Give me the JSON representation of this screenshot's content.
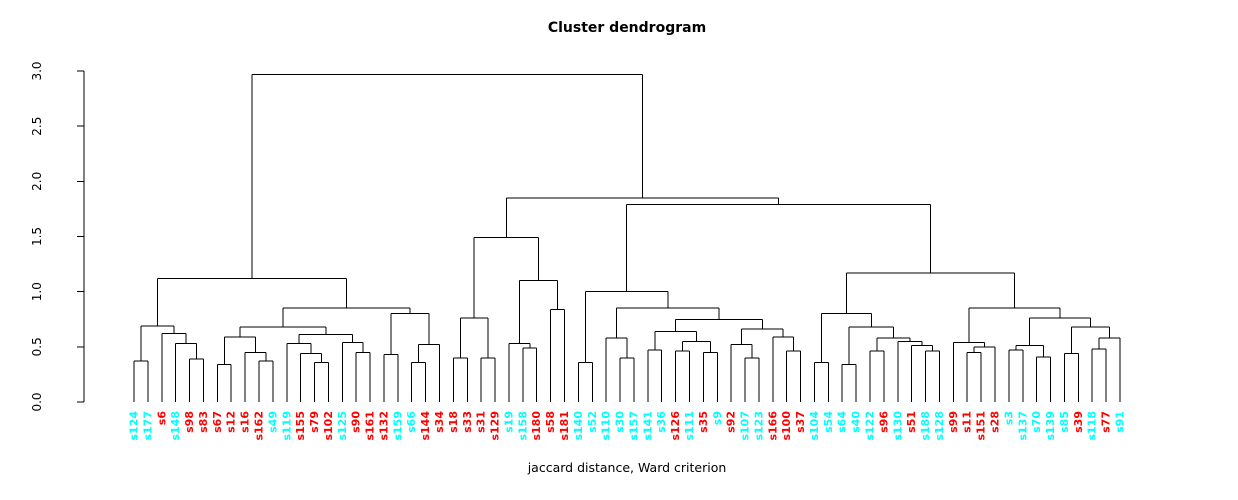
{
  "title": "Cluster dendrogram",
  "xlabel": "jaccard distance, Ward criterion",
  "axis": {
    "ticks": [
      "0.0",
      "0.5",
      "1.0",
      "1.5",
      "2.0",
      "2.5",
      "3.0"
    ],
    "values": [
      0,
      0.5,
      1,
      1.5,
      2,
      2.5,
      3
    ],
    "min": 0,
    "max": 3
  },
  "colors": {
    "cluster_cyan": "#00FFFF",
    "cluster_red": "#FF0000",
    "line": "#000000"
  },
  "chart_data": {
    "type": "dendrogram",
    "title": "Cluster dendrogram",
    "xlabel": "jaccard distance, Ward criterion",
    "ylim": [
      0,
      3
    ],
    "root_height": 2.97,
    "leaves": [
      {
        "label": "s124",
        "color": "cyan"
      },
      {
        "label": "s177",
        "color": "cyan"
      },
      {
        "label": "s6",
        "color": "red"
      },
      {
        "label": "s148",
        "color": "cyan"
      },
      {
        "label": "s98",
        "color": "red"
      },
      {
        "label": "s83",
        "color": "red"
      },
      {
        "label": "s67",
        "color": "red"
      },
      {
        "label": "s12",
        "color": "red"
      },
      {
        "label": "s16",
        "color": "red"
      },
      {
        "label": "s162",
        "color": "red"
      },
      {
        "label": "s49",
        "color": "cyan"
      },
      {
        "label": "s119",
        "color": "cyan"
      },
      {
        "label": "s155",
        "color": "red"
      },
      {
        "label": "s79",
        "color": "red"
      },
      {
        "label": "s102",
        "color": "red"
      },
      {
        "label": "s125",
        "color": "cyan"
      },
      {
        "label": "s90",
        "color": "red"
      },
      {
        "label": "s161",
        "color": "red"
      },
      {
        "label": "s132",
        "color": "red"
      },
      {
        "label": "s159",
        "color": "cyan"
      },
      {
        "label": "s66",
        "color": "cyan"
      },
      {
        "label": "s144",
        "color": "red"
      },
      {
        "label": "s34",
        "color": "red"
      },
      {
        "label": "s18",
        "color": "red"
      },
      {
        "label": "s33",
        "color": "red"
      },
      {
        "label": "s31",
        "color": "red"
      },
      {
        "label": "s129",
        "color": "red"
      },
      {
        "label": "s19",
        "color": "cyan"
      },
      {
        "label": "s158",
        "color": "cyan"
      },
      {
        "label": "s180",
        "color": "red"
      },
      {
        "label": "s58",
        "color": "red"
      },
      {
        "label": "s181",
        "color": "red"
      },
      {
        "label": "s140",
        "color": "cyan"
      },
      {
        "label": "s52",
        "color": "cyan"
      },
      {
        "label": "s110",
        "color": "cyan"
      },
      {
        "label": "s30",
        "color": "cyan"
      },
      {
        "label": "s157",
        "color": "cyan"
      },
      {
        "label": "s141",
        "color": "cyan"
      },
      {
        "label": "s36",
        "color": "cyan"
      },
      {
        "label": "s126",
        "color": "red"
      },
      {
        "label": "s111",
        "color": "cyan"
      },
      {
        "label": "s35",
        "color": "red"
      },
      {
        "label": "s9",
        "color": "cyan"
      },
      {
        "label": "s92",
        "color": "red"
      },
      {
        "label": "s107",
        "color": "cyan"
      },
      {
        "label": "s123",
        "color": "cyan"
      },
      {
        "label": "s166",
        "color": "red"
      },
      {
        "label": "s100",
        "color": "red"
      },
      {
        "label": "s37",
        "color": "red"
      },
      {
        "label": "s104",
        "color": "cyan"
      },
      {
        "label": "s54",
        "color": "cyan"
      },
      {
        "label": "s64",
        "color": "cyan"
      },
      {
        "label": "s40",
        "color": "cyan"
      },
      {
        "label": "s122",
        "color": "cyan"
      },
      {
        "label": "s96",
        "color": "red"
      },
      {
        "label": "s130",
        "color": "cyan"
      },
      {
        "label": "s51",
        "color": "red"
      },
      {
        "label": "s188",
        "color": "cyan"
      },
      {
        "label": "s128",
        "color": "cyan"
      },
      {
        "label": "s99",
        "color": "red"
      },
      {
        "label": "s11",
        "color": "red"
      },
      {
        "label": "s151",
        "color": "red"
      },
      {
        "label": "s28",
        "color": "red"
      },
      {
        "label": "s3",
        "color": "cyan"
      },
      {
        "label": "s137",
        "color": "cyan"
      },
      {
        "label": "s70",
        "color": "cyan"
      },
      {
        "label": "s139",
        "color": "cyan"
      },
      {
        "label": "s85",
        "color": "cyan"
      },
      {
        "label": "s39",
        "color": "red"
      },
      {
        "label": "s118",
        "color": "cyan"
      },
      {
        "label": "s77",
        "color": "red"
      },
      {
        "label": "s91",
        "color": "cyan"
      }
    ],
    "tree": [
      2.97,
      [
        1.12,
        [
          0.69,
          [
            0.37,
            "s124",
            "s177"
          ],
          [
            0.62,
            "s6",
            [
              0.53,
              "s148",
              [
                0.39,
                "s98",
                "s83"
              ]
            ]
          ]
        ],
        [
          0.85,
          [
            0.68,
            [
              0.59,
              [
                0.34,
                "s67",
                "s12"
              ],
              [
                0.45,
                "s16",
                [
                  0.37,
                  "s162",
                  "s49"
                ]
              ]
            ],
            [
              0.61,
              [
                0.53,
                "s119",
                [
                  0.44,
                  "s155",
                  [
                    0.36,
                    "s79",
                    "s102"
                  ]
                ]
              ],
              [
                0.54,
                "s125",
                [
                  0.45,
                  "s90",
                  "s161"
                ]
              ]
            ]
          ],
          [
            0.8,
            [
              0.43,
              "s132",
              "s159"
            ],
            [
              0.52,
              [
                0.36,
                "s66",
                "s144"
              ],
              "s34"
            ]
          ]
        ]
      ],
      [
        1.85,
        [
          1.49,
          [
            0.76,
            [
              0.4,
              "s18",
              "s33"
            ],
            [
              0.4,
              "s31",
              "s129"
            ]
          ],
          [
            1.1,
            [
              0.53,
              "s19",
              [
                0.49,
                "s158",
                "s180"
              ]
            ],
            [
              0.84,
              "s58",
              "s181"
            ]
          ]
        ],
        [
          1.79,
          [
            1.0,
            [
              0.36,
              "s140",
              "s52"
            ],
            [
              0.85,
              [
                0.58,
                "s110",
                [
                  0.4,
                  "s30",
                  "s157"
                ]
              ],
              [
                0.75,
                [
                  0.64,
                  [
                    0.47,
                    "s141",
                    "s36"
                  ],
                  [
                    0.55,
                    [
                      0.46,
                      "s126",
                      "s111"
                    ],
                    [
                      0.45,
                      "s35",
                      "s9"
                    ]
                  ]
                ],
                [
                  0.66,
                  [
                    0.52,
                    "s92",
                    [
                      0.4,
                      "s107",
                      "s123"
                    ]
                  ],
                  [
                    0.59,
                    "s166",
                    [
                      0.46,
                      "s100",
                      "s37"
                    ]
                  ]
                ]
              ]
            ]
          ],
          [
            1.17,
            [
              0.8,
              [
                0.36,
                "s104",
                "s54"
              ],
              [
                0.68,
                [
                  0.34,
                  "s64",
                  "s40"
                ],
                [
                  0.58,
                  [
                    0.46,
                    "s122",
                    "s96"
                  ],
                  [
                    0.55,
                    "s130",
                    [
                      0.51,
                      "s51",
                      [
                        0.46,
                        "s188",
                        "s128"
                      ]
                    ]
                  ]
                ]
              ]
            ],
            [
              0.85,
              [
                0.54,
                "s99",
                [
                  0.5,
                  [
                    0.45,
                    "s11",
                    "s151"
                  ],
                  "s28"
                ]
              ],
              [
                0.76,
                [
                  0.51,
                  [
                    0.47,
                    "s3",
                    "s137"
                  ],
                  [
                    0.41,
                    "s70",
                    "s139"
                  ]
                ],
                [
                  0.68,
                  [
                    0.44,
                    "s85",
                    "s39"
                  ],
                  [
                    0.58,
                    [
                      0.48,
                      "s118",
                      "s77"
                    ],
                    "s91"
                  ]
                ]
              ]
            ]
          ]
        ]
      ]
    ]
  }
}
